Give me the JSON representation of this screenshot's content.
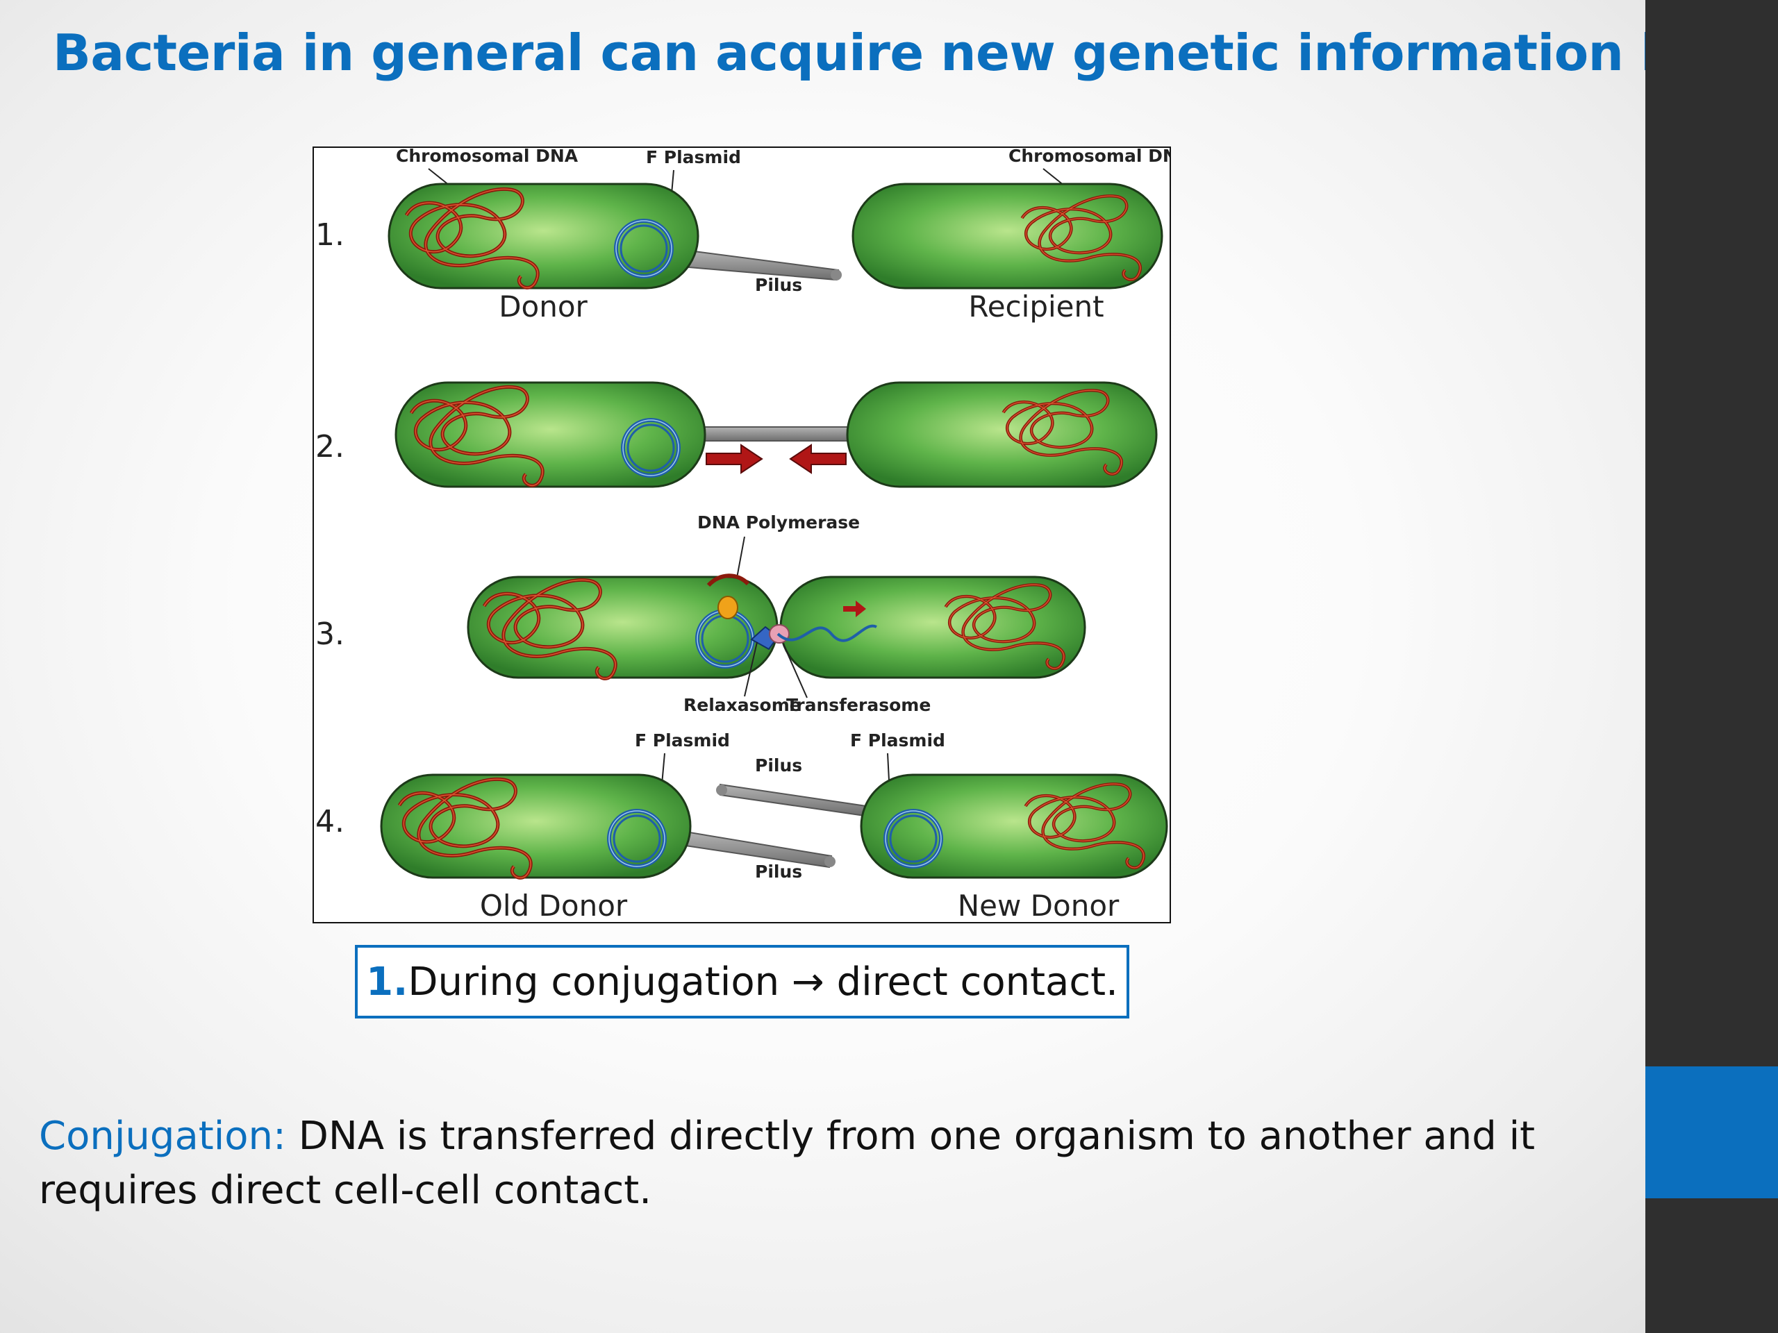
{
  "slide": {
    "title": "Bacteria in general can acquire new genetic information by:",
    "caption": {
      "number": "1.",
      "text": "During conjugation → direct contact."
    },
    "definition": {
      "term": "Conjugation:",
      "text": " DNA is transferred directly from one organism to another and it requires direct cell-cell contact."
    }
  },
  "figure": {
    "step_labels": [
      "1.",
      "2.",
      "3.",
      "4."
    ],
    "labels": {
      "chromosomal_dna_left": "Chromosomal DNA",
      "chromosomal_dna_right": "Chromosomal DNA",
      "f_plasmid_top": "F Plasmid",
      "pilus_1": "Pilus",
      "donor": "Donor",
      "recipient": "Recipient",
      "dna_polymerase": "DNA Polymerase",
      "relaxasome": "Relaxasome",
      "transferasome": "Transferasome",
      "f_plasmid_old": "F Plasmid",
      "f_plasmid_new": "F Plasmid",
      "pilus_4_top": "Pilus",
      "pilus_4_bottom": "Pilus",
      "old_donor": "Old Donor",
      "new_donor": "New Donor"
    }
  },
  "colors": {
    "accent_blue": "#0b6fbe",
    "sidebar_dark": "#2f2f2f",
    "cell_green": "#5fb44a",
    "dna_red": "#8b1a0c",
    "plasmid_blue": "#1f5fa8",
    "arrow_red": "#b01616"
  },
  "icons": {
    "caption_arrow": "right-arrow-icon"
  }
}
